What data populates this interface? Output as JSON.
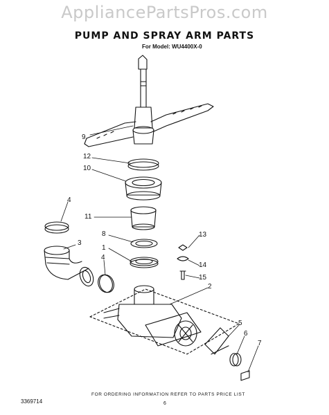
{
  "watermark": "AppliancePartsPros.com",
  "title": "PUMP AND SPRAY ARM PARTS",
  "subtitle": "For Model: WU4400X-0",
  "footer_text": "FOR ORDERING INFORMATION REFER TO PARTS PRICE LIST",
  "document_number": "3369714",
  "page_number": "6",
  "callouts": {
    "c9": "9",
    "c12": "12",
    "c10": "10",
    "c4a": "4",
    "c11": "11",
    "c8": "8",
    "c3": "3",
    "c1": "1",
    "c4b": "4",
    "c13": "13",
    "c14": "14",
    "c15": "15",
    "c2": "2",
    "c5": "5",
    "c6": "6",
    "c7": "7"
  }
}
